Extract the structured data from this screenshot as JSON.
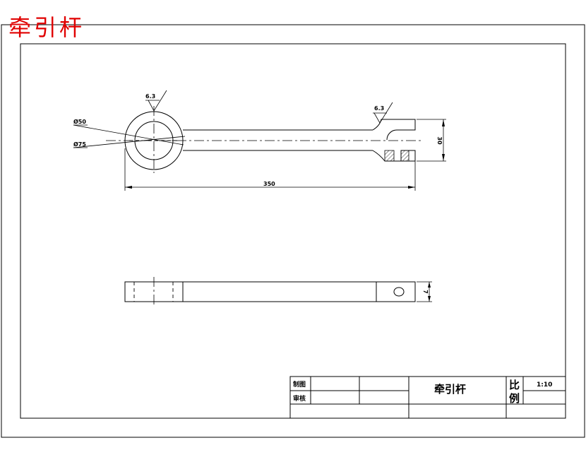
{
  "header": {
    "title": "牵引杆"
  },
  "top_view": {
    "roughness_ring": "6.3",
    "roughness_fork": "6.3",
    "diameter_outer": "Ø50",
    "diameter_inner": "Ø75",
    "length": "350",
    "fork_width": "30"
  },
  "side_view": {
    "thickness": "7"
  },
  "title_block": {
    "drawn_label": "制图",
    "checked_label": "审核",
    "part_name": "牵引杆",
    "scale_label_1": "比",
    "scale_label_2": "例",
    "scale_value": "1:10"
  }
}
